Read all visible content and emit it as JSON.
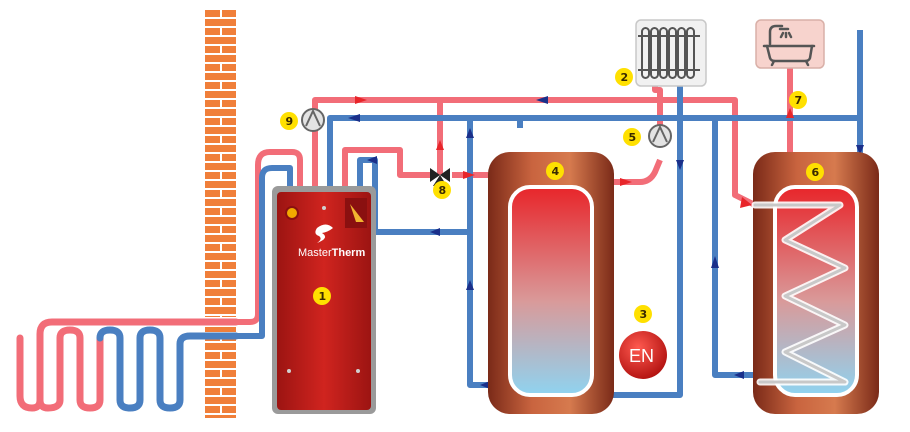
{
  "diagram": {
    "colors": {
      "hot_pipe": "#f26d78",
      "cold_pipe": "#4a7fc1",
      "brick": "#f07f3a",
      "heat_pump_body": "#c8201e",
      "tank_copper": "#b5462a",
      "marker_yellow": "#ffe000",
      "expansion_vessel": "#e0201e"
    },
    "heat_pump": {
      "brand_prefix": "Master",
      "brand_suffix": "Therm",
      "logo_icon": "mastertherm-logo-icon"
    },
    "expansion_vessel_label": "EN",
    "markers": [
      "1",
      "2",
      "3",
      "4",
      "5",
      "6",
      "7",
      "8",
      "9"
    ],
    "icons": [
      "radiator-icon",
      "bathtub-shower-icon",
      "pump-icon",
      "three-way-valve-icon",
      "brick-wall-icon",
      "underfloor-heating-icon",
      "heat-exchanger-coil-icon"
    ]
  }
}
